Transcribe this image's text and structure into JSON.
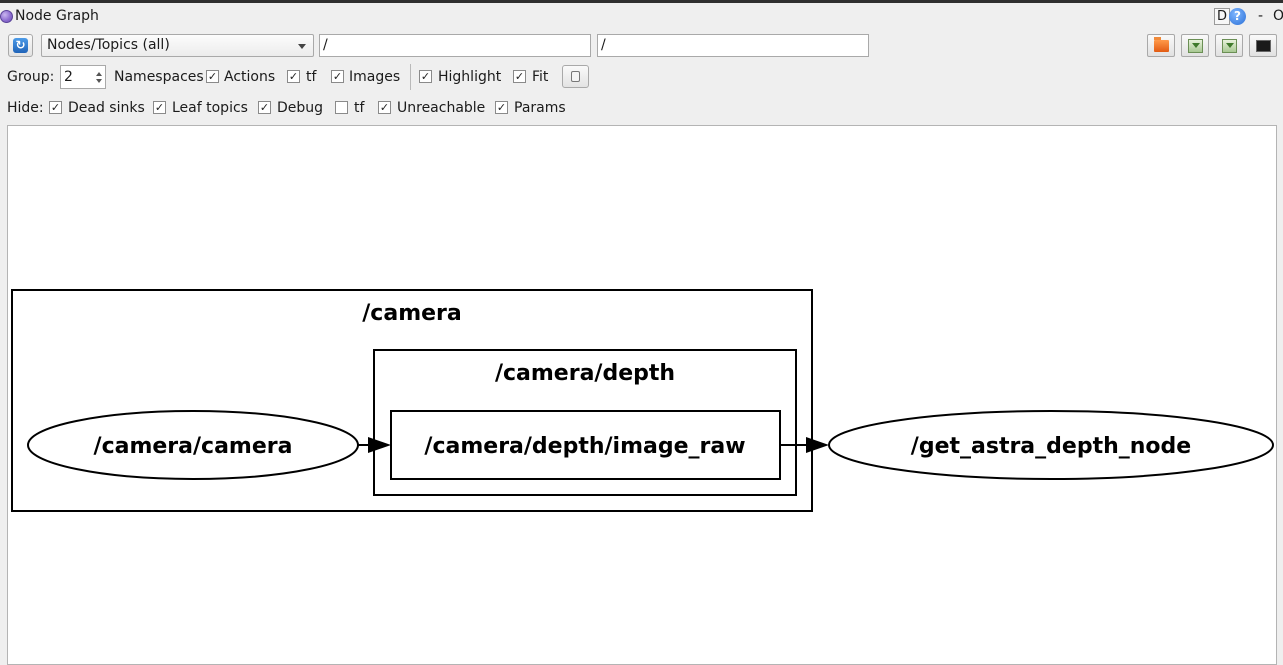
{
  "window": {
    "title": "Node Graph",
    "help_d": "D",
    "help_q": "?",
    "minimize": "-",
    "close": "O"
  },
  "toolbar": {
    "view_mode": "Nodes/Topics (all)",
    "node_filter": "/",
    "topic_filter": "/"
  },
  "options": {
    "group_label": "Group:",
    "group_value": "2",
    "namespaces_label": "Namespaces",
    "namespaces_checked": true,
    "actions_label": "Actions",
    "actions_checked": true,
    "tf_label": "tf",
    "tf_checked": true,
    "images_label": "Images",
    "highlight_label": "Highlight",
    "highlight_checked": true,
    "fit_label": "Fit",
    "fit_checked": true
  },
  "hide": {
    "label": "Hide:",
    "dead_sinks": "Dead sinks",
    "leaf_topics": "Leaf topics",
    "debug": "Debug",
    "tf": "tf",
    "unreachable": "Unreachable",
    "params": "Params"
  },
  "graph": {
    "cluster_outer": "/camera",
    "cluster_inner": "/camera/depth",
    "node_source": "/camera/camera",
    "topic": "/camera/depth/image_raw",
    "node_sink": "/get_astra_depth_node"
  }
}
